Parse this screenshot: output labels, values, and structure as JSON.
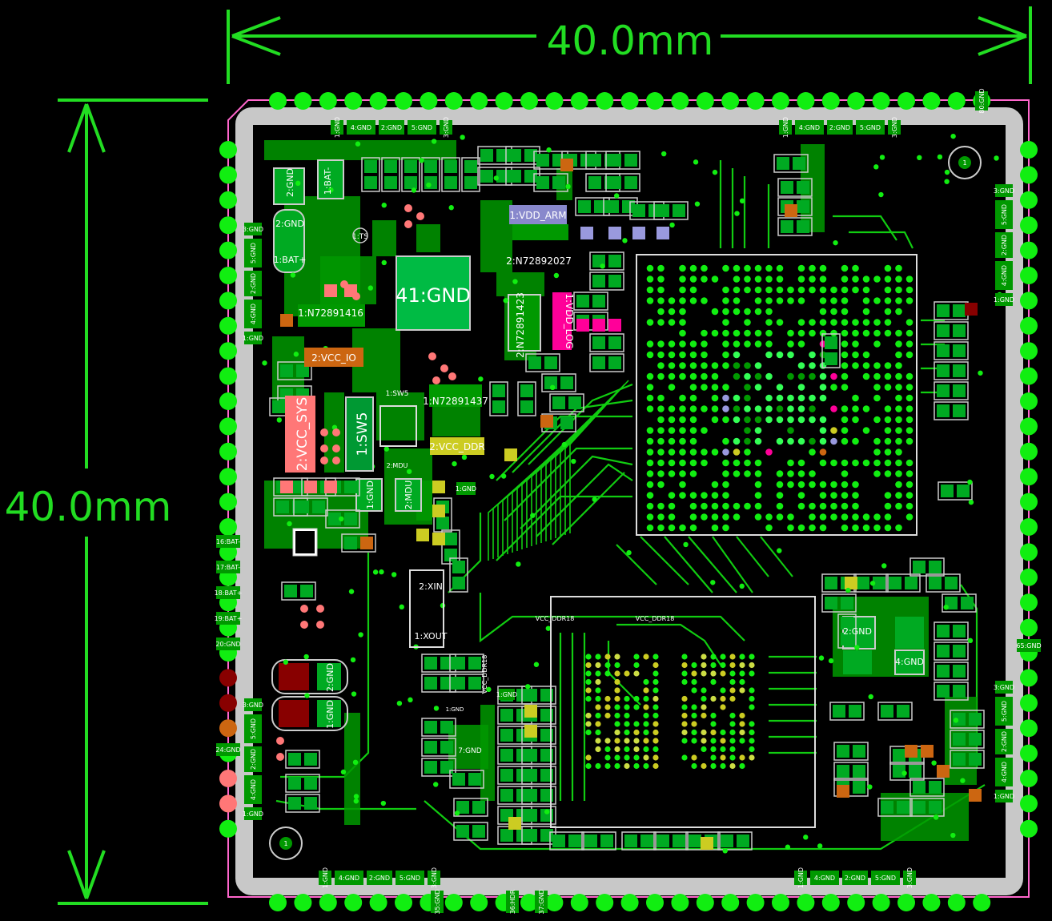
{
  "dimensions": {
    "width_label": "40.0mm",
    "height_label": "40.0mm"
  },
  "colors": {
    "background": "#000000",
    "board_outline": "#ff66cc",
    "keepout": "#c8c8c8",
    "copper": "#009900",
    "copper_bright": "#11ee11",
    "pad": "#00aa22",
    "trace": "#11cc11",
    "dimension": "#22dd22",
    "pad_salmon": "#ff7777",
    "pad_orange": "#cc6611",
    "pad_yellow": "#cccc22",
    "pad_magenta": "#ff0099",
    "pad_lavender": "#9999dd",
    "pad_darkred": "#880000"
  },
  "labels": {
    "main_gnd": "41:GND",
    "vdd_arm": "1:VDD_ARM",
    "vdd_log": "1:VDD_LOG",
    "vcc_sys": "2:VCC_SYS",
    "vcc_io": "2:VCC_IO",
    "vcc_ddr": "2:VCC_DDR",
    "sw5_big": "1:SW5",
    "sw5_small": "1:SW5",
    "net_1416": "1:N72891416",
    "net_1423": "2:N72891423",
    "net_2027": "2:N72892027",
    "net_1437": "1:N72891437",
    "bat_minus": "1:BAT-",
    "bat_plus": "1:BAT+",
    "ts": "1:TS",
    "gnd2_top": "2:GND",
    "gnd2_mid": "2:GND",
    "gnd1": "1:GND",
    "mdu": "2:MDU",
    "mdu_small": "2:MDU",
    "xin": "2:XIN",
    "xout": "1:XOUT",
    "vcc_ddr18_a": "VCC_DDR18",
    "vcc_ddr18_b": "VCC_DDR18",
    "vcc_ddr18_v": "VCC_DDR18",
    "right_gnd2": "2:GND",
    "right_gnd4": "4:GND",
    "cap_gnd2": "2:GND",
    "cap_gnd1": "1:GND",
    "gnd7": "7:GND",
    "gnd_small": "1:GND",
    "pin1_a": "1",
    "pin1_b": "1"
  },
  "edge_labels": {
    "top_left": [
      "1:GND",
      "4:GND",
      "2:GND",
      "5:GND",
      "3:GND"
    ],
    "top_right": [
      "1:GND",
      "4:GND",
      "2:GND",
      "5:GND",
      "3:GND"
    ],
    "bottom_left": [
      "1:GND",
      "4:GND",
      "2:GND",
      "5:GND",
      "3:GND"
    ],
    "bottom_right": [
      "1:GND",
      "4:GND",
      "2:GND",
      "5:GND",
      "3:GND"
    ],
    "left_top": [
      "3:GND",
      "5:GND",
      "2:GND",
      "4:GND",
      "1:GND"
    ],
    "left_mid": [
      "16:BAT-",
      "17:BAT-",
      "18:BAT+",
      "19:BAT+",
      "20:GND"
    ],
    "left_bottom": [
      "3:GND",
      "5:GND",
      "2:GND",
      "4:GND",
      "1:GND"
    ],
    "left_extra": "24:GND",
    "right_top": [
      "3:GND",
      "5:GND",
      "2:GND",
      "4:GND",
      "1:GND"
    ],
    "right_bottom": [
      "3:GND",
      "5:GND",
      "2:GND",
      "4:GND",
      "1:GND"
    ],
    "right_mid": "65:GND",
    "right_top_corner": "80:GND",
    "bottom_misc": [
      "35:GND",
      "36:HDR",
      "37:GND"
    ]
  }
}
